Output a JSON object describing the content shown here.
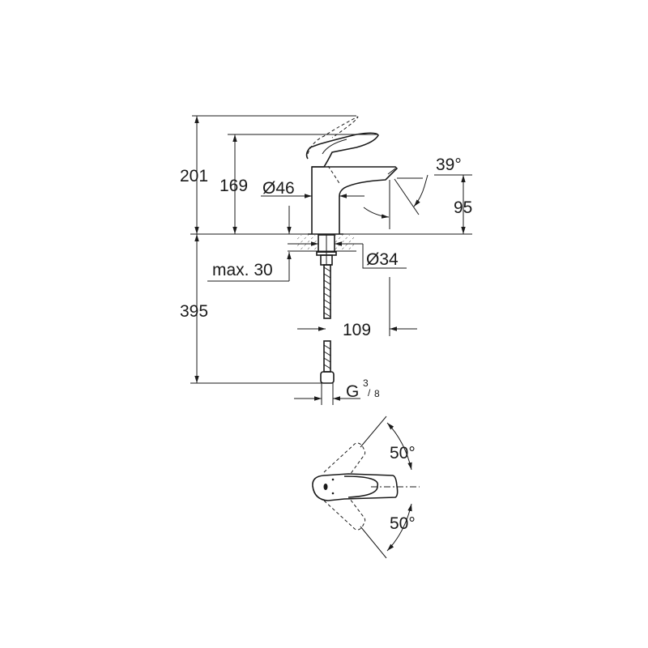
{
  "dimensions": {
    "total_height": "201",
    "spout_height": "169",
    "body_diameter": "Ø46",
    "spout_angle": "39°",
    "spout_outlet_height": "95",
    "hole_diameter": "Ø34",
    "max_deck_thickness": "max. 30",
    "hose_length": "395",
    "spout_reach": "109",
    "connection_thread": "G",
    "connection_thread_num": "3",
    "connection_thread_den": "8",
    "rotation_left": "50°",
    "rotation_right": "50°"
  }
}
